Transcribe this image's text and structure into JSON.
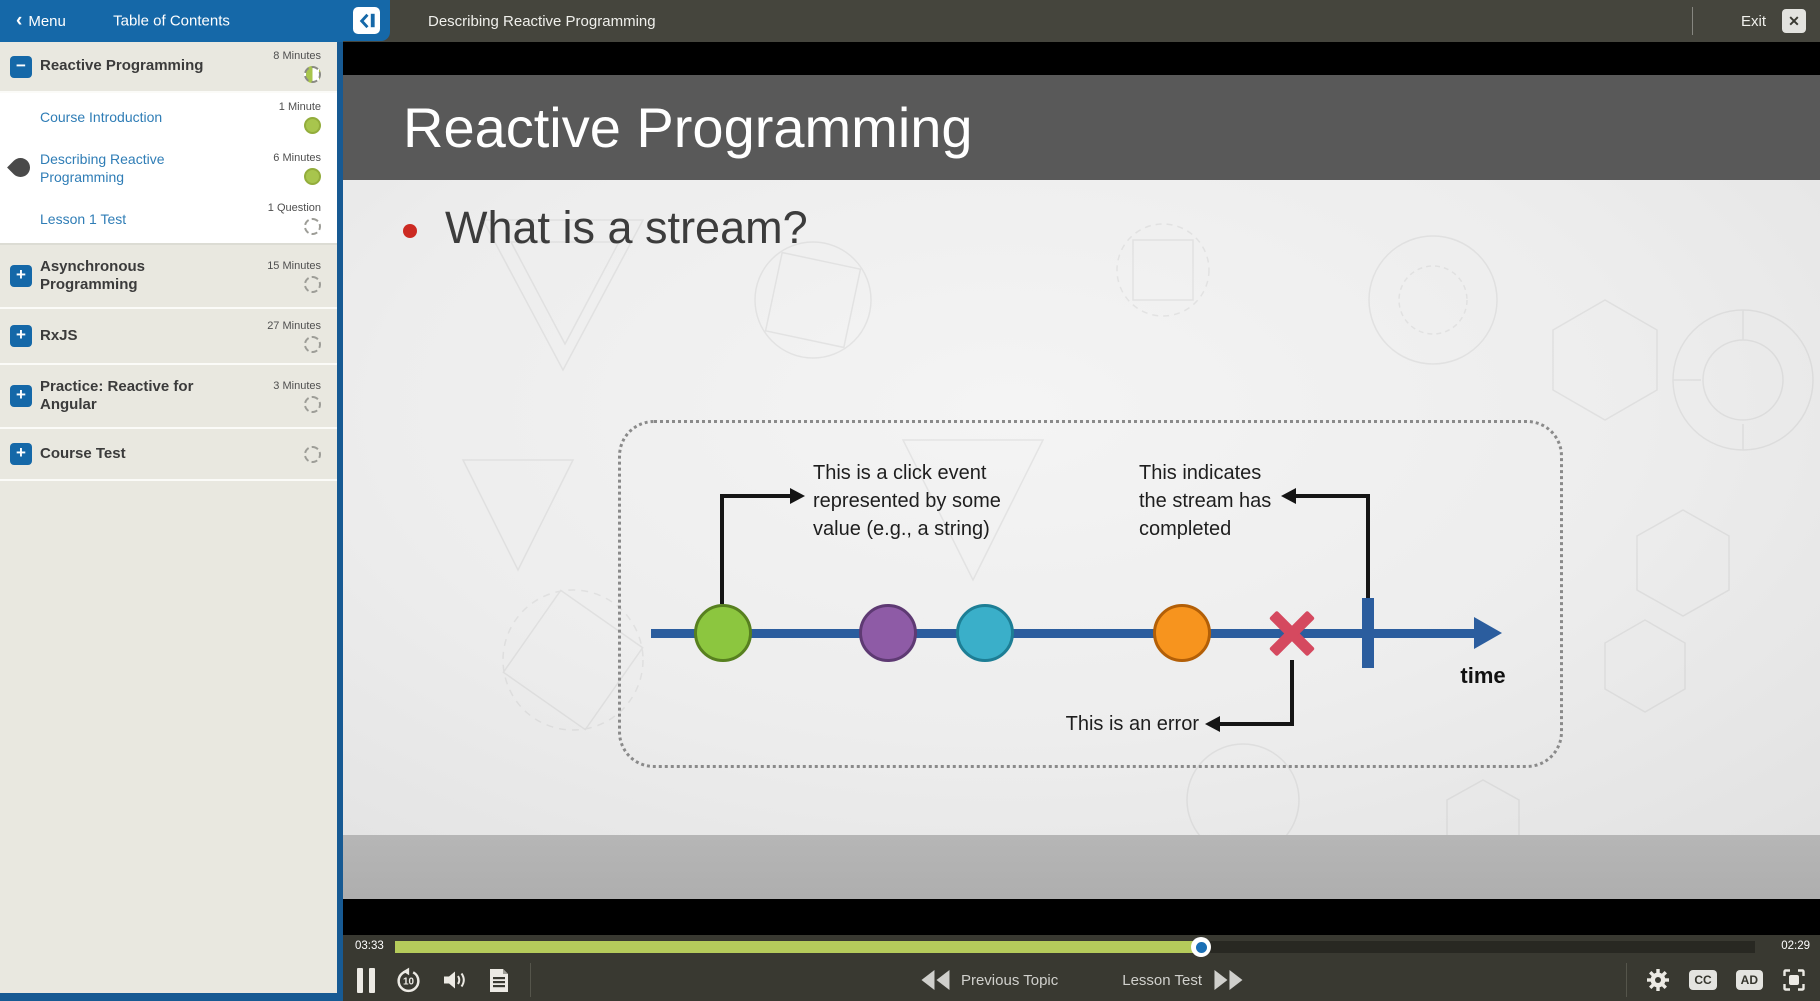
{
  "toc_header": {
    "menu_label": "Menu",
    "title": "Table of Contents"
  },
  "top_bar": {
    "lesson_title": "Describing Reactive Programming",
    "exit_label": "Exit",
    "close_glyph": "✕"
  },
  "sidebar": {
    "rows": [
      {
        "label": "Reactive Programming",
        "duration": "8 Minutes",
        "status": "in-progress",
        "expander": "−"
      },
      {
        "label": "Course Introduction",
        "duration": "1 Minute",
        "status": "completed"
      },
      {
        "label": "Describing Reactive Programming",
        "duration": "6 Minutes",
        "status": "completed",
        "current": true
      },
      {
        "label": "Lesson 1 Test",
        "duration": "1 Question",
        "status": "not-started"
      },
      {
        "label": "Asynchronous Programming",
        "duration": "15 Minutes",
        "status": "not-started",
        "expander": "+"
      },
      {
        "label": "RxJS",
        "duration": "27 Minutes",
        "status": "not-started",
        "expander": "+"
      },
      {
        "label": "Practice: Reactive for Angular",
        "duration": "3 Minutes",
        "status": "not-started",
        "expander": "+"
      },
      {
        "label": "Course Test",
        "duration": "",
        "status": "not-started",
        "expander": "+"
      }
    ]
  },
  "slide": {
    "title": "Reactive Programming",
    "bullet_text": "What is a stream?",
    "bullet_color": "#cc2a22",
    "diagram": {
      "annotation_click": "This is a click event represented by some value (e.g., a string)",
      "annotation_completed": "This indicates the stream has completed",
      "annotation_error": "This is an error",
      "time_label": "time",
      "timeline_color": "#2b5d9e",
      "error_color": "#d5495f",
      "events": [
        {
          "name": "click-event-marble",
          "fill": "#8cc63f",
          "border": "#57801f"
        },
        {
          "name": "event-marble",
          "fill": "#8e5ba6",
          "border": "#5e3a73"
        },
        {
          "name": "event-marble",
          "fill": "#3aafc9",
          "border": "#1d7e95"
        },
        {
          "name": "event-marble",
          "fill": "#f7941e",
          "border": "#b35f07"
        }
      ]
    }
  },
  "player": {
    "elapsed": "03:33",
    "remaining": "02:29",
    "progress_percent": 59.3,
    "progress_color": "#b5cb5b",
    "previous_label": "Previous Topic",
    "next_label": "Lesson Test",
    "rewind_seconds": "10",
    "cc_label": "CC",
    "ad_label": "AD"
  }
}
